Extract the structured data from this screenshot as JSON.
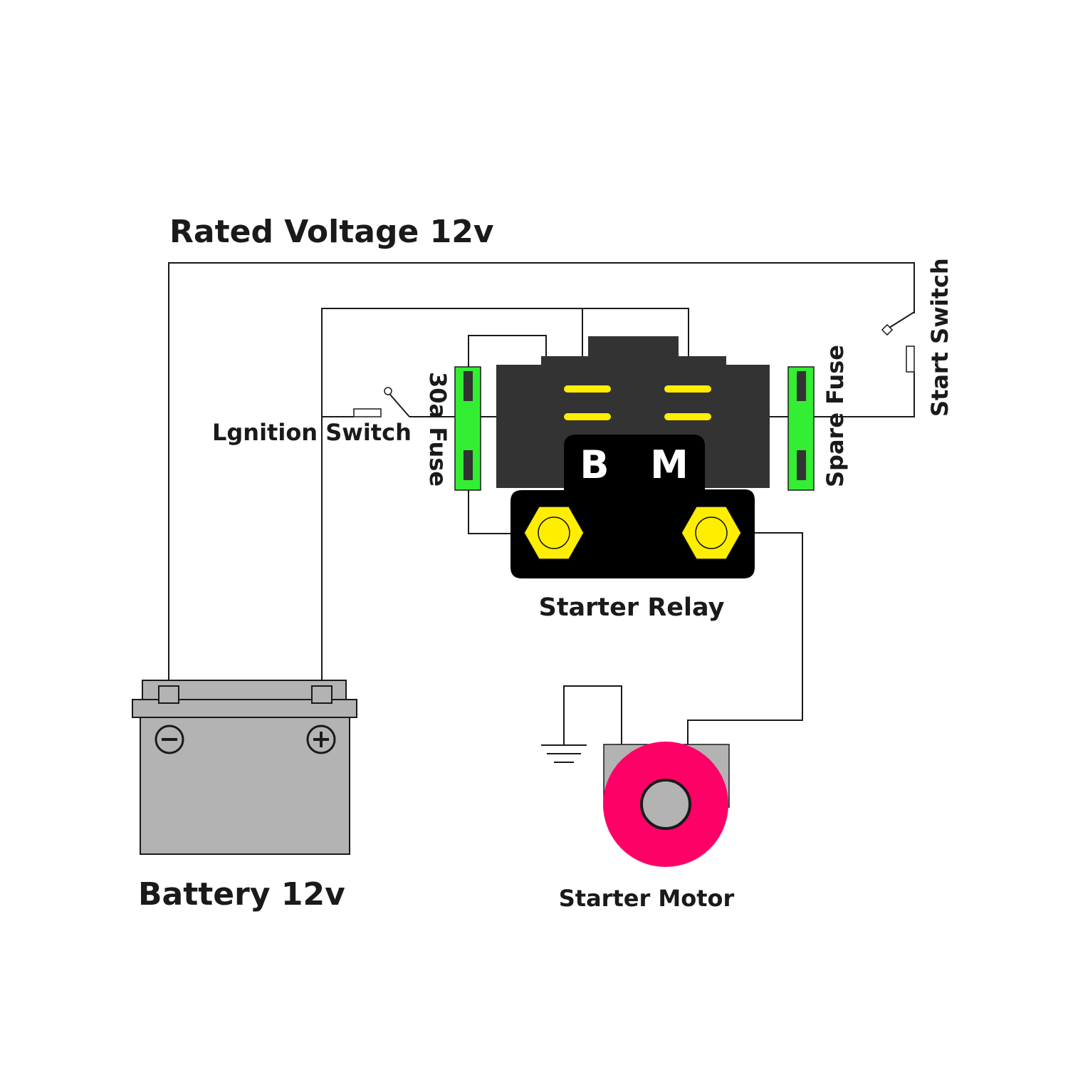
{
  "labels": {
    "rated_voltage": "Rated Voltage 12v",
    "ignition_switch": "Lgnition Switch",
    "fuse_30a": "30a Fuse",
    "spare_fuse": "Spare Fuse",
    "start_switch": "Start Switch",
    "terminal_b": "B",
    "terminal_m": "M",
    "starter_relay": "Starter Relay",
    "battery": "Battery 12v",
    "starter_motor": "Starter Motor"
  },
  "colors": {
    "wire": "#1a1a1a",
    "relay_body": "#333333",
    "relay_base": "#000000",
    "fuse": "#33ee33",
    "terminal_nut": "#ffee00",
    "battery": "#b3b3b3",
    "motor_ring": "#ff0066",
    "motor_core": "#b3b3b3"
  },
  "icons": {
    "battery_negative": "minus-circle-icon",
    "battery_positive": "plus-circle-icon",
    "ground": "ground-symbol-icon"
  }
}
